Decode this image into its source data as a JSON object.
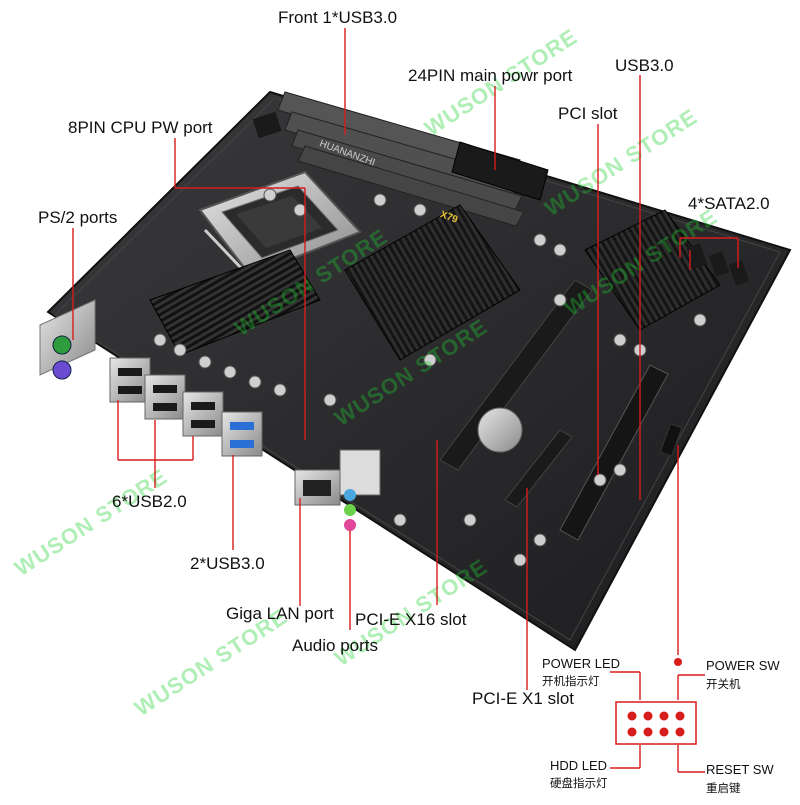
{
  "labels": {
    "front_usb3": "Front 1*USB3.0",
    "main_power": "24PIN main powr port",
    "usb3_header": "USB3.0",
    "pci_slot": "PCI slot",
    "cpu_power": "8PIN CPU PW port",
    "sata": "4*SATA2.0",
    "ps2": "PS/2 ports",
    "usb2": "6*USB2.0",
    "usb3_rear": "2*USB3.0",
    "lan": "Giga LAN port",
    "audio": "Audio ports",
    "pcie16": "PCI-E X16 slot",
    "pcie1": "PCI-E X1 slot"
  },
  "front_panel": {
    "power_led": "POWER   LED",
    "power_led_cn": "开机指示灯",
    "power_sw": "POWER   SW",
    "power_sw_cn": "开关机",
    "hdd_led": "HDD LED",
    "hdd_led_cn": "硬盘指示灯",
    "reset_sw": "RESET   SW",
    "reset_sw_cn": "重启键"
  },
  "board_print": {
    "brand": "HUANANZHI",
    "model": "X79"
  },
  "watermark": "WUSON STORE",
  "colors": {
    "callout": "#d81c1c",
    "board": "#2a2a2c",
    "watermark": "#1dd12e",
    "usb3_blue": "#2a6fd6"
  }
}
